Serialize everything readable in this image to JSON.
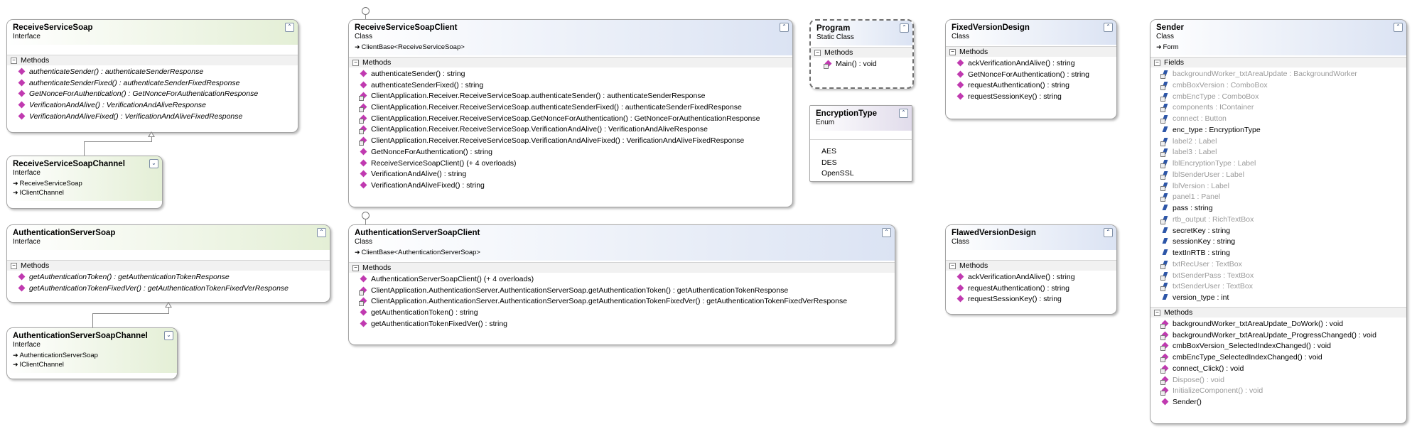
{
  "shapes": {
    "receiveServiceSoap": {
      "title": "ReceiveServiceSoap",
      "type": "Interface",
      "section": "Methods",
      "members": [
        "authenticateSender() : authenticateSenderResponse",
        "authenticateSenderFixed() : authenticateSenderFixedResponse",
        "GetNonceForAuthentication() : GetNonceForAuthenticationResponse",
        "VerificationAndAlive() : VerificationAndAliveResponse",
        "VerificationAndAliveFixed() : VerificationAndAliveFixedResponse"
      ]
    },
    "receiveServiceSoapChannel": {
      "title": "ReceiveServiceSoapChannel",
      "type": "Interface",
      "bases": [
        "ReceiveServiceSoap",
        "IClientChannel"
      ]
    },
    "authenticationServerSoap": {
      "title": "AuthenticationServerSoap",
      "type": "Interface",
      "section": "Methods",
      "members": [
        "getAuthenticationToken() : getAuthenticationTokenResponse",
        "getAuthenticationTokenFixedVer() : getAuthenticationTokenFixedVerResponse"
      ]
    },
    "authenticationServerSoapChannel": {
      "title": "AuthenticationServerSoapChannel",
      "type": "Interface",
      "bases": [
        "AuthenticationServerSoap",
        "IClientChannel"
      ]
    },
    "receiveServiceSoapClient": {
      "title": "ReceiveServiceSoapClient",
      "type": "Class",
      "base": "ClientBase<ReceiveServiceSoap>",
      "section": "Methods",
      "members": [
        "authenticateSender() : string",
        "authenticateSenderFixed() : string",
        "ClientApplication.Receiver.ReceiveServiceSoap.authenticateSender() : authenticateSenderResponse",
        "ClientApplication.Receiver.ReceiveServiceSoap.authenticateSenderFixed() : authenticateSenderFixedResponse",
        "ClientApplication.Receiver.ReceiveServiceSoap.GetNonceForAuthentication() : GetNonceForAuthenticationResponse",
        "ClientApplication.Receiver.ReceiveServiceSoap.VerificationAndAlive() : VerificationAndAliveResponse",
        "ClientApplication.Receiver.ReceiveServiceSoap.VerificationAndAliveFixed() : VerificationAndAliveFixedResponse",
        "GetNonceForAuthentication() : string",
        "ReceiveServiceSoapClient() (+ 4 overloads)",
        "VerificationAndAlive() : string",
        "VerificationAndAliveFixed() : string"
      ]
    },
    "authenticationServerSoapClient": {
      "title": "AuthenticationServerSoapClient",
      "type": "Class",
      "base": "ClientBase<AuthenticationServerSoap>",
      "section": "Methods",
      "members": [
        "AuthenticationServerSoapClient() (+ 4 overloads)",
        "ClientApplication.AuthenticationServer.AuthenticationServerSoap.getAuthenticationToken() : getAuthenticationTokenResponse",
        "ClientApplication.AuthenticationServer.AuthenticationServerSoap.getAuthenticationTokenFixedVer() : getAuthenticationTokenFixedVerResponse",
        "getAuthenticationToken() : string",
        "getAuthenticationTokenFixedVer() : string"
      ]
    },
    "program": {
      "title": "Program",
      "type": "Static Class",
      "section": "Methods",
      "members": [
        "Main() : void"
      ]
    },
    "encryptionType": {
      "title": "EncryptionType",
      "type": "Enum",
      "values": [
        "AES",
        "DES",
        "OpenSSL"
      ]
    },
    "fixedVersionDesign": {
      "title": "FixedVersionDesign",
      "type": "Class",
      "section": "Methods",
      "members": [
        "ackVerificationAndAlive() : string",
        "GetNonceForAuthentication() : string",
        "requestAuthentication() : string",
        "requestSessionKey() : string"
      ]
    },
    "flawedVersionDesign": {
      "title": "FlawedVersionDesign",
      "type": "Class",
      "section": "Methods",
      "members": [
        "ackVerificationAndAlive() : string",
        "requestAuthentication() : string",
        "requestSessionKey() : string"
      ]
    },
    "sender": {
      "title": "Sender",
      "type": "Class",
      "base": "Form",
      "fieldsSection": "Fields",
      "fields": [
        "backgroundWorker_txtAreaUpdate : BackgroundWorker",
        "cmbBoxVersion : ComboBox",
        "cmbEncType : ComboBox",
        "components : IContainer",
        "connect : Button",
        "enc_type : EncryptionType",
        "label2 : Label",
        "label3 : Label",
        "lblEncryptionType : Label",
        "lblSenderUser : Label",
        "lblVersion : Label",
        "panel1 : Panel",
        "pass : string",
        "rtb_output : RichTextBox",
        "secretKey : string",
        "sessionKey : string",
        "textInRTB : string",
        "txtRecUser : TextBox",
        "txtSenderPass : TextBox",
        "txtSenderUser : TextBox",
        "version_type : int"
      ],
      "grayFields": [
        0,
        1,
        2,
        3,
        4,
        6,
        7,
        8,
        9,
        10,
        11,
        13,
        17,
        18,
        19
      ],
      "methodsSection": "Methods",
      "methods": [
        "backgroundWorker_txtAreaUpdate_DoWork() : void",
        "backgroundWorker_txtAreaUpdate_ProgressChanged() : void",
        "cmbBoxVersion_SelectedIndexChanged() : void",
        "cmbEncType_SelectedIndexChanged() : void",
        "connect_Click() : void",
        "Dispose() : void",
        "InitializeComponent() : void",
        "Sender()"
      ],
      "grayMethods": [
        5,
        6
      ]
    }
  },
  "icons": {
    "collapse_up": "⌃⌃",
    "collapse_down": "⌄⌄",
    "section_toggle": "−",
    "inherit_arrow": "➜"
  }
}
